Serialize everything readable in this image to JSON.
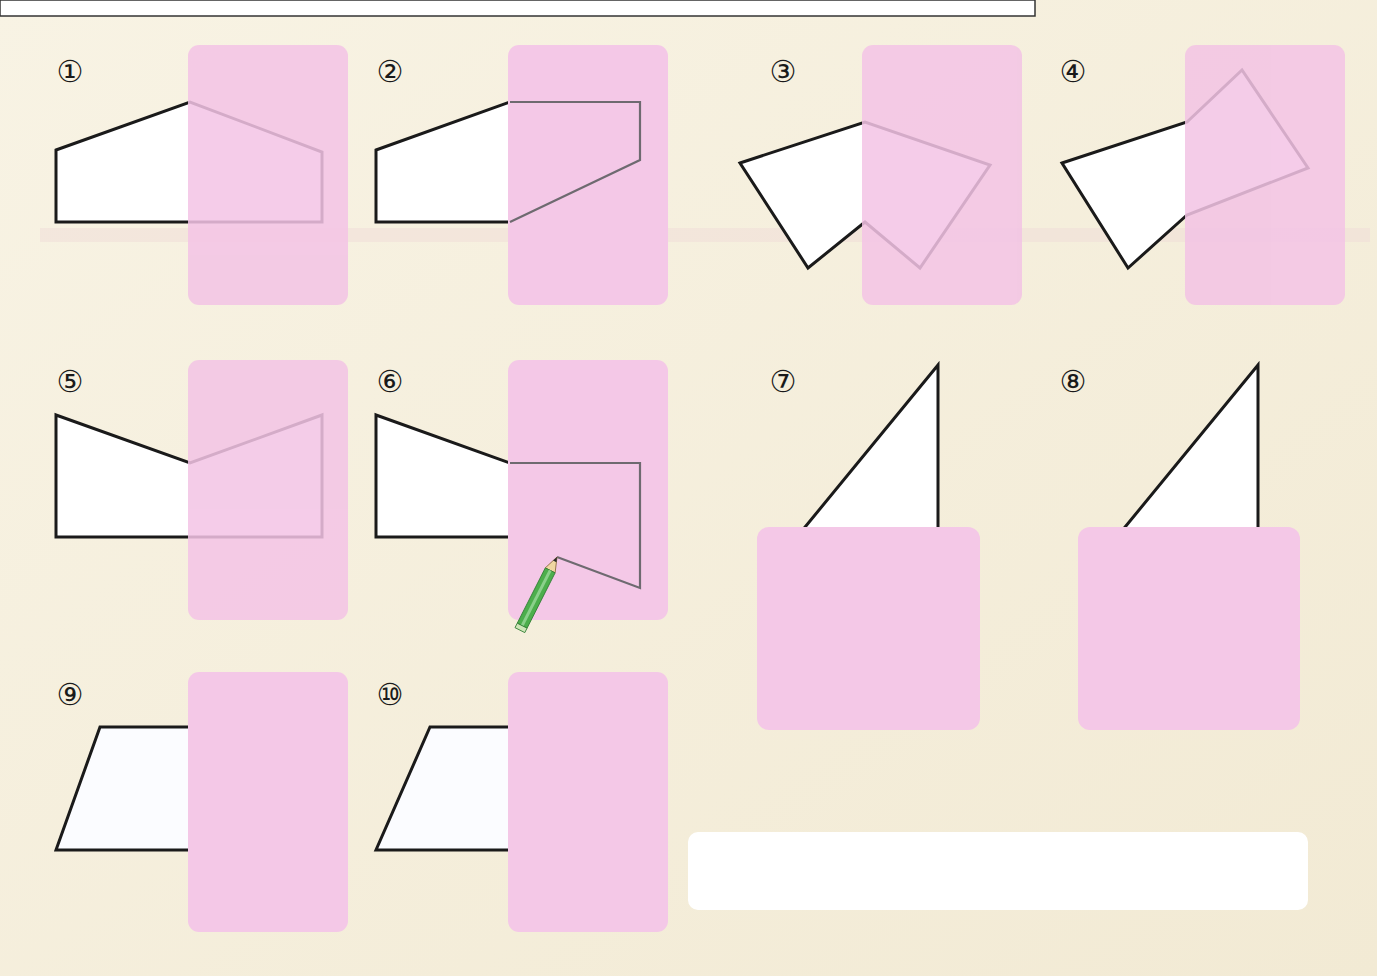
{
  "diagram": {
    "labels": [
      "①",
      "②",
      "③",
      "④",
      "⑤",
      "⑥",
      "⑦",
      "⑧",
      "⑨",
      "⑩"
    ]
  }
}
